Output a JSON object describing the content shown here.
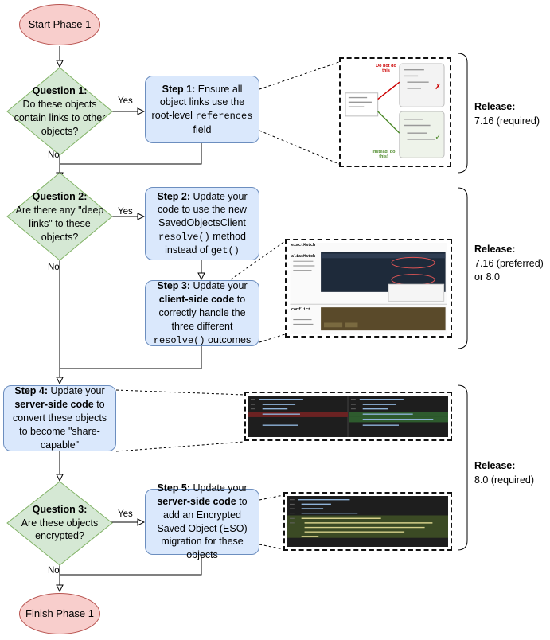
{
  "start": "Start Phase 1",
  "finish": "Finish Phase 1",
  "q1": {
    "title": "Question 1:",
    "text": "Do these objects contain links to other objects?",
    "yes": "Yes",
    "no": "No"
  },
  "q2": {
    "title": "Question 2:",
    "text": "Are there any \"deep links\" to these objects?",
    "yes": "Yes",
    "no": "No"
  },
  "q3": {
    "title": "Question 3:",
    "text": "Are these objects encrypted?",
    "yes": "Yes",
    "no": "No"
  },
  "step1": {
    "title": "Step 1:",
    "a": "Ensure all object links use the root-level",
    "code": "references",
    "b": "field"
  },
  "step2": {
    "title": "Step 2:",
    "a": "Update your code to use the new SavedObjectsClient",
    "code1": "resolve()",
    "b": "method instead of",
    "code2": "get()"
  },
  "step3": {
    "title": "Step 3:",
    "a": "Update your",
    "bold": "client-side code",
    "b": "to correctly handle the three different",
    "code": "resolve()",
    "c": "outcomes"
  },
  "step4": {
    "title": "Step 4:",
    "a": "Update your",
    "bold": "server-side code",
    "b": "to convert these objects to become \"share-capable\""
  },
  "step5": {
    "title": "Step 5:",
    "a": "Update your",
    "bold": "server-side code",
    "b": "to add an Encrypted Saved Object (ESO) migration for these objects"
  },
  "release1": {
    "title": "Release:",
    "value": "7.16 (required)"
  },
  "release2": {
    "title": "Release:",
    "value": "7.16 (preferred) or 8.0"
  },
  "release3": {
    "title": "Release:",
    "value": "8.0 (required)"
  },
  "shot1": {
    "donot": "Do not do this",
    "instead": "Instead, do this!"
  },
  "shot2": {
    "exactMatch": "exactMatch",
    "aliasMatch": "aliasMatch",
    "conflict": "conflict"
  },
  "colors": {
    "terminal": "#f8cecc",
    "step": "#dae8fc",
    "decision": "#d5e8d4",
    "deny": "#cc0000",
    "approve": "#4d8a2a"
  }
}
